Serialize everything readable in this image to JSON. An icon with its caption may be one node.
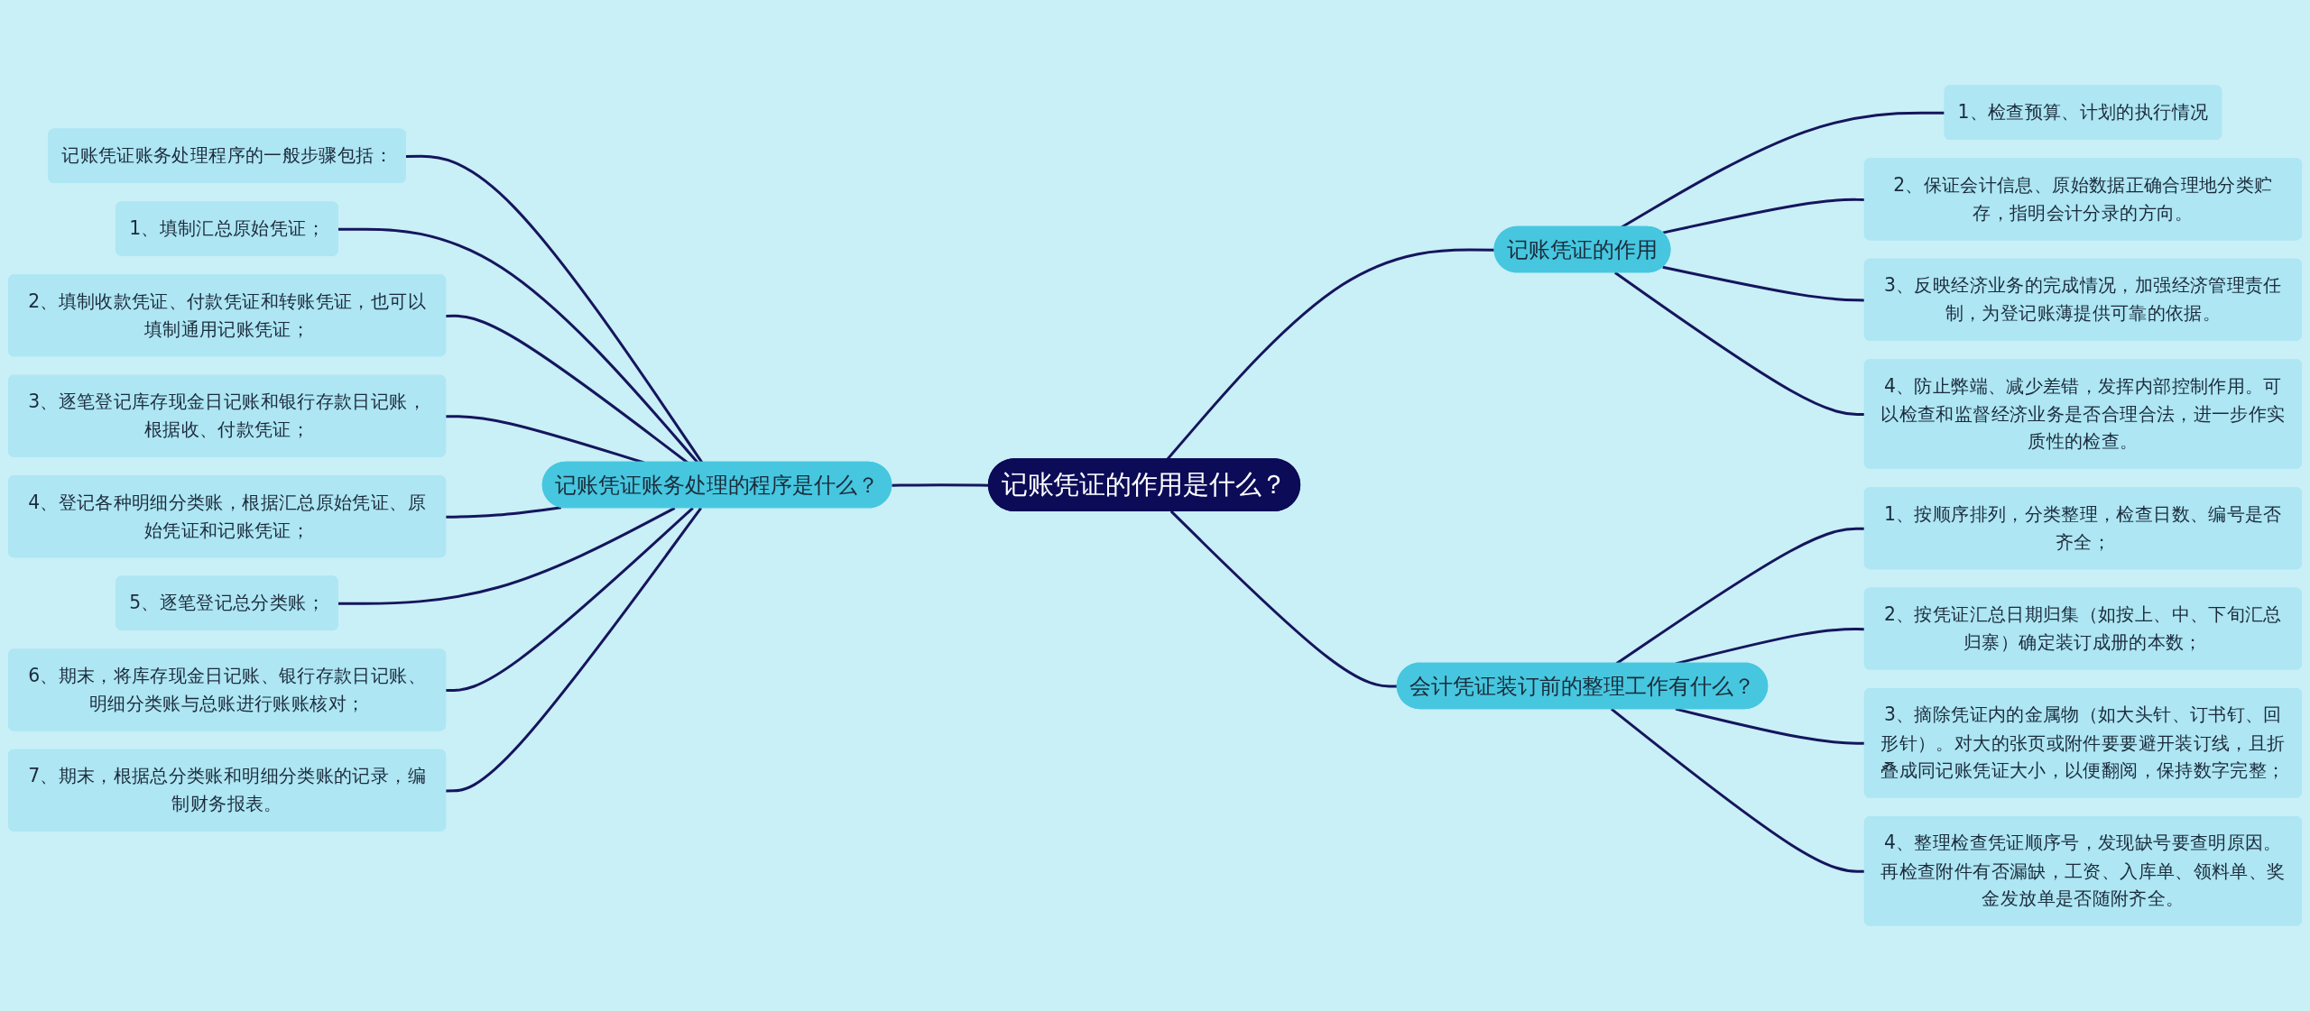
{
  "diagram": {
    "nodes": [
      {
        "text": [
          "记账凭证的作用是什么？"
        ]
      },
      {
        "text": [
          "记账凭证的作用"
        ]
      },
      {
        "text": [
          "1、检查预算、计划的执行情况"
        ]
      },
      {
        "text": [
          "2、保证会计信息、原始数据正确合理地分类贮存，指明会计分录的方向。"
        ]
      },
      {
        "text": [
          "3、反映经济业务的完成情况，加强经济管理责任制，为登记账薄提供可靠的依据。"
        ]
      },
      {
        "text": [
          "4、防止弊端、减少差错，发挥内部控制作用。可以检查和监督经济业务是否合理合法，进一步作实质性的检查。"
        ]
      },
      {
        "text": [
          "会计凭证装订前的整理工作有什么？"
        ]
      },
      {
        "text": [
          "1、按顺序排列，分类整理，检查日数、编号是否齐全；"
        ]
      },
      {
        "text": [
          "2、按凭证汇总日期归集（如按上、中、下旬汇总归寨）确定装订成册的本数；"
        ]
      },
      {
        "text": [
          "3、摘除凭证内的金属物（如大头针、订书钉、回形针）。对大的张页或附件要要避开装订线，且折叠成同记账凭证大小，以便翻阅，保持数字完整；"
        ]
      },
      {
        "text": [
          "4、整理检查凭证顺序号，发现缺号要查明原因。再检查附件有否漏缺，工资、入库单、领料单、奖金发放单是否随附齐全。"
        ]
      },
      {
        "text": [
          "记账凭证账务处理的程序是什么？"
        ]
      },
      {
        "text": [
          "记账凭证账务处理程序的一般步骤包括："
        ]
      },
      {
        "text": [
          "1、填制汇总原始凭证；"
        ]
      },
      {
        "text": [
          "2、填制收款凭证、付款凭证和转账凭证，也可以填制通用记账凭证；"
        ]
      },
      {
        "text": [
          "3、逐笔登记库存现金日记账和银行存款日记账，根据收、付款凭证；"
        ]
      },
      {
        "text": [
          "4、登记各种明细分类账，根据汇总原始凭证、原始凭证和记账凭证；"
        ]
      },
      {
        "text": [
          "5、逐笔登记总分类账；"
        ]
      },
      {
        "text": [
          "6、期末，将库存现金日记账、银行存款日记账、明细分类账与总账进行账账核对；"
        ]
      },
      {
        "text": [
          "7、期末，根据总分类账和明细分类账的记录，编制财务报表。"
        ]
      }
    ],
    "edges": [
      {
        "from": 0,
        "to": 1,
        "arrow": "none"
      },
      {
        "from": 1,
        "to": 2,
        "arrow": "none"
      },
      {
        "from": 1,
        "to": 3,
        "arrow": "none"
      },
      {
        "from": 1,
        "to": 4,
        "arrow": "none"
      },
      {
        "from": 1,
        "to": 5,
        "arrow": "none"
      },
      {
        "from": 0,
        "to": 6,
        "arrow": "none"
      },
      {
        "from": 6,
        "to": 7,
        "arrow": "none"
      },
      {
        "from": 6,
        "to": 8,
        "arrow": "none"
      },
      {
        "from": 6,
        "to": 9,
        "arrow": "none"
      },
      {
        "from": 6,
        "to": 10,
        "arrow": "none"
      },
      {
        "from": 0,
        "to": 11,
        "arrow": "none"
      },
      {
        "from": 11,
        "to": 12,
        "arrow": "none"
      },
      {
        "from": 11,
        "to": 13,
        "arrow": "none"
      },
      {
        "from": 11,
        "to": 14,
        "arrow": "none"
      },
      {
        "from": 11,
        "to": 15,
        "arrow": "none"
      },
      {
        "from": 11,
        "to": 16,
        "arrow": "none"
      },
      {
        "from": 11,
        "to": 17,
        "arrow": "none"
      },
      {
        "from": 11,
        "to": 18,
        "arrow": "none"
      },
      {
        "from": 11,
        "to": 19,
        "arrow": "none"
      }
    ]
  }
}
